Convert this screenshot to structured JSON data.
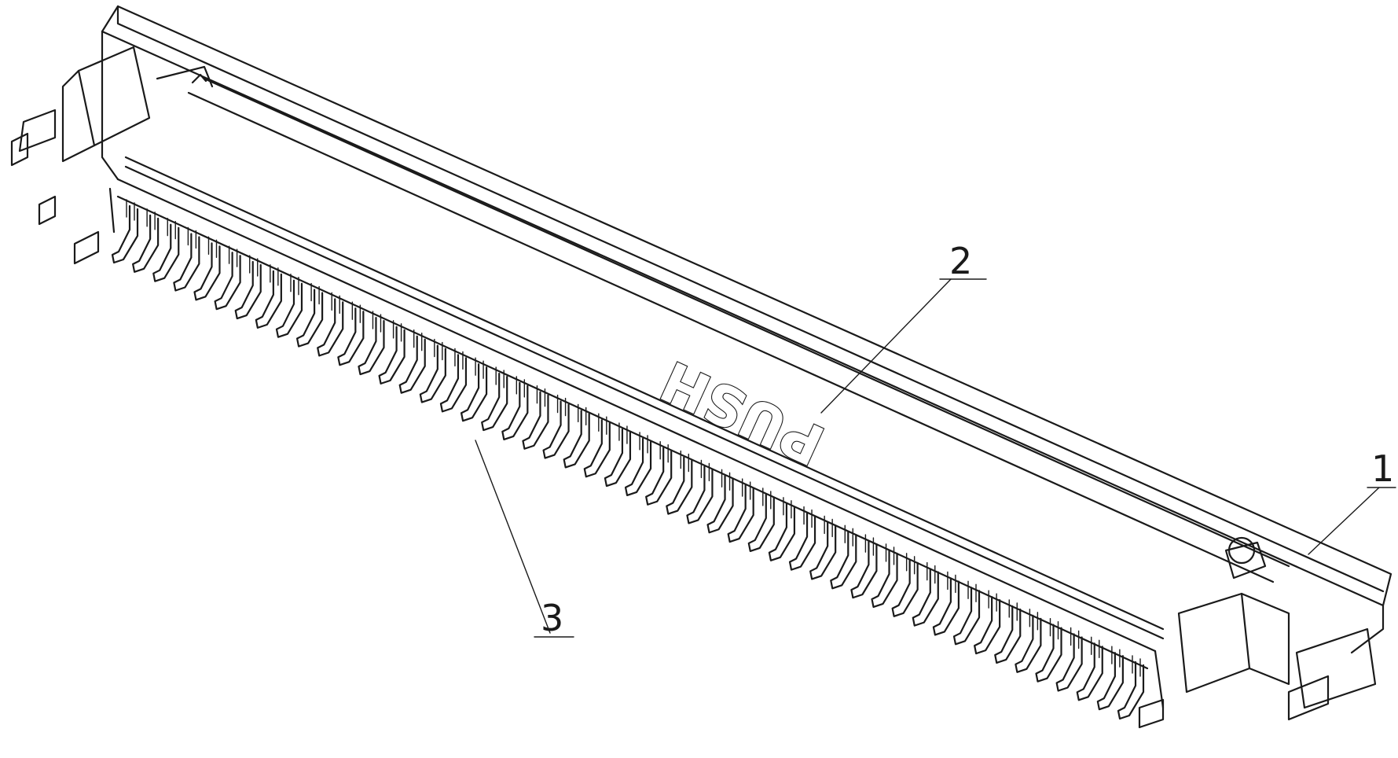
{
  "figure": {
    "embossed_text": "PUSH",
    "callouts": [
      {
        "id": "housing",
        "label": "1"
      },
      {
        "id": "actuator",
        "label": "2"
      },
      {
        "id": "terminals",
        "label": "3"
      }
    ],
    "terminal_count": 50
  }
}
